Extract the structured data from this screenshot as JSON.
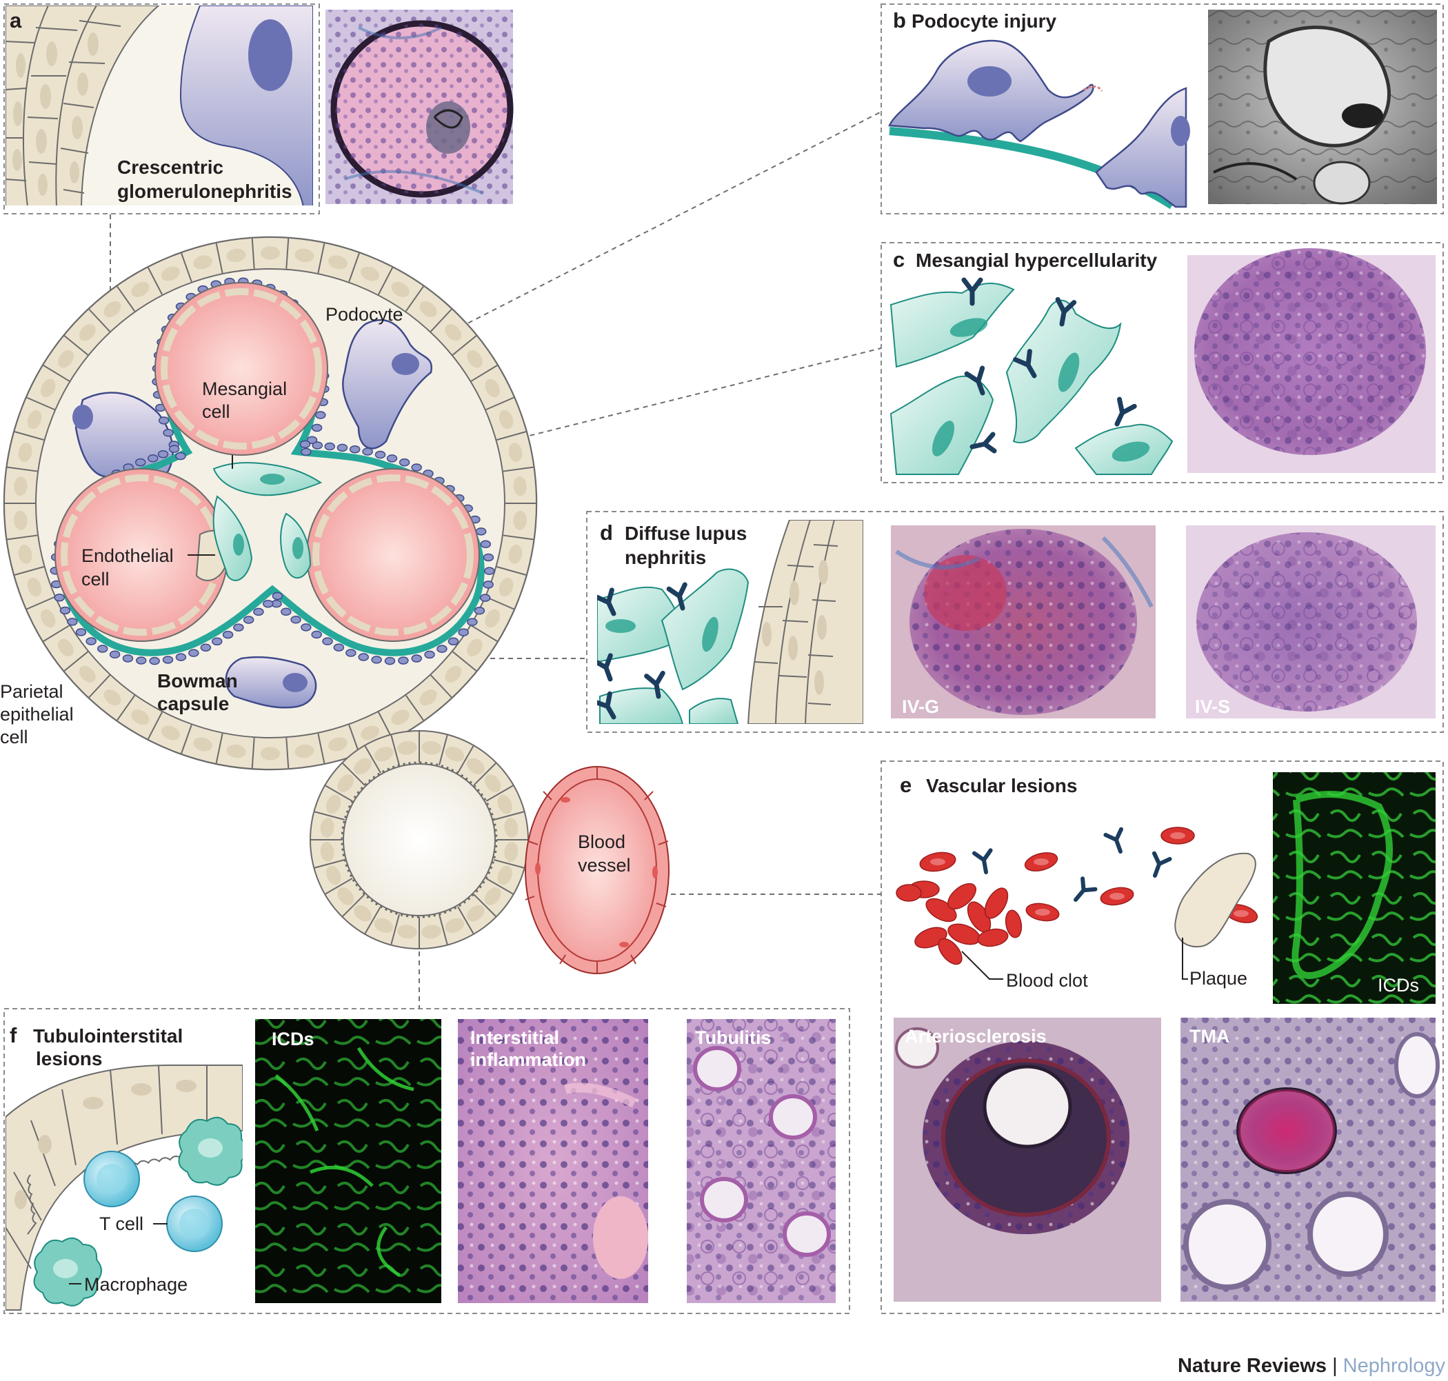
{
  "panels": {
    "a": {
      "letter": "a",
      "title_line1": "Crescentric",
      "title_line2": "glomerulonephritis"
    },
    "b": {
      "letter": "b",
      "title": "Podocyte injury"
    },
    "c": {
      "letter": "c",
      "title": "Mesangial hypercellularity"
    },
    "d": {
      "letter": "d",
      "title_line1": "Diffuse lupus",
      "title_line2": "nephritis",
      "image1_label": "IV-G",
      "image2_label": "IV-S"
    },
    "e": {
      "letter": "e",
      "title": "Vascular lesions",
      "blood_clot": "Blood clot",
      "plaque": "Plaque",
      "icds": "ICDs",
      "arteriosclerosis": "Arteriosclerosis",
      "tma": "TMA"
    },
    "f": {
      "letter": "f",
      "title_line1": "Tubulointerstital",
      "title_line2": "lesions",
      "icds": "ICDs",
      "inflammation_line1": "Interstitial",
      "inflammation_line2": "inflammation",
      "tubulitis": "Tubulitis",
      "t_cell": "T cell",
      "macrophage": "Macrophage"
    }
  },
  "glomerulus": {
    "podocyte": "Podocyte",
    "mesangial_line1": "Mesangial",
    "mesangial_line2": "cell",
    "endothelial_line1": "Endothelial",
    "endothelial_line2": "cell",
    "bowman_line1": "Bowman",
    "bowman_line2": "capsule",
    "parietal_line1": "Parietal",
    "parietal_line2": "epithelial",
    "parietal_line3": "cell",
    "blood_vessel_line1": "Blood",
    "blood_vessel_line2": "vessel"
  },
  "footer": {
    "journal": "Nature Reviews",
    "separator": " | ",
    "subject": "Nephrology"
  },
  "colors": {
    "teal": "#7ccfc0",
    "teal_dark": "#26a99a",
    "pink": "#f5a3a2",
    "lavender": "#8e95c8",
    "beige": "#ece3cf",
    "cream": "#f6f3ea",
    "rbc": "#d9322f",
    "antibody": "#1c3d5e",
    "pas_purple": "#a763a9"
  }
}
